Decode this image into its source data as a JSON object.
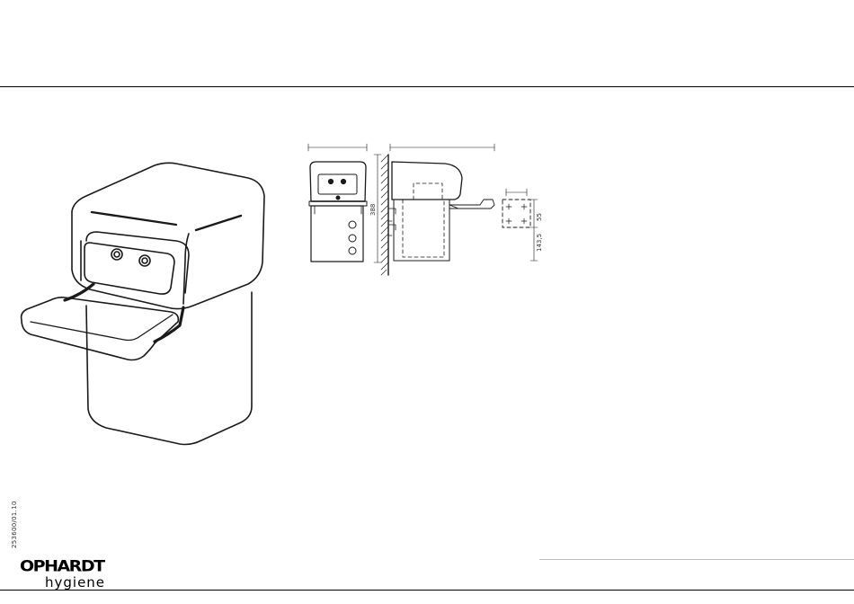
{
  "drawing": {
    "dim_height": "388",
    "dim_plate_height": "55",
    "dim_offset": "143,5"
  },
  "footer": {
    "doc_code": "253600/01.10",
    "brand_main": "OPHARDT",
    "brand_sub": "hygiene"
  },
  "colors": {
    "line": "#1a1a1a",
    "rule": "#000000",
    "rule_light": "#bdbdbd"
  }
}
